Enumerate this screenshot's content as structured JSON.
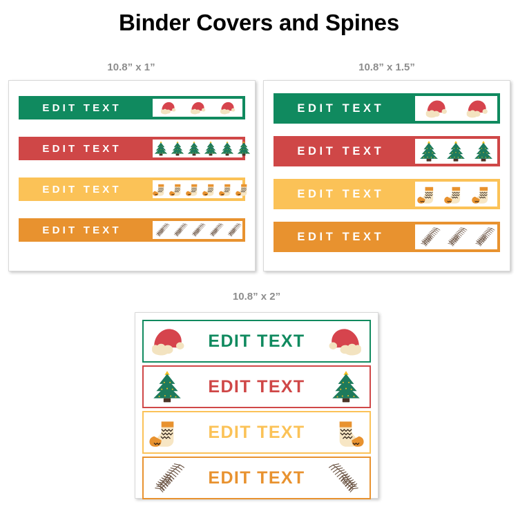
{
  "page": {
    "title": "Binder Covers and Spines",
    "background": "#ffffff",
    "title_color": "#000000",
    "caption_color": "#8d8d8d"
  },
  "palette": {
    "green": "#108a5f",
    "red": "#cf4747",
    "yellow": "#fbc257",
    "orange": "#e8922f",
    "hat_red": "#d6444d",
    "hat_cream": "#f3e3c0",
    "tree_green": "#1d7a5c",
    "tree_star": "#f5c021",
    "tree_trunk": "#4a3326",
    "sock_orange": "#e8922f",
    "sock_cream": "#f7e6c4",
    "sock_stitch": "#2e2118",
    "pine_brown": "#6b5444",
    "card_border": "#d8d8d8"
  },
  "cards": [
    {
      "id": "card-1",
      "caption": "10.8” x 1”",
      "style": "band",
      "rows": [
        {
          "label": "EDIT TEXT",
          "color_key": "green",
          "color": "#108a5f",
          "icon": "santa-hat-icon",
          "icon_count": 3
        },
        {
          "label": "EDIT TEXT",
          "color_key": "red",
          "color": "#cf4747",
          "icon": "christmas-tree-icon",
          "icon_count": 6
        },
        {
          "label": "EDIT TEXT",
          "color_key": "yellow",
          "color": "#fbc257",
          "icon": "stocking-sock-icon",
          "icon_count": 6
        },
        {
          "label": "EDIT TEXT",
          "color_key": "orange",
          "color": "#e8922f",
          "icon": "pine-branch-icon",
          "icon_count": 5
        }
      ]
    },
    {
      "id": "card-2",
      "caption": "10.8” x 1.5”",
      "style": "band",
      "rows": [
        {
          "label": "EDIT TEXT",
          "color_key": "green",
          "color": "#108a5f",
          "icon": "santa-hat-icon",
          "icon_count": 2
        },
        {
          "label": "EDIT TEXT",
          "color_key": "red",
          "color": "#cf4747",
          "icon": "christmas-tree-icon",
          "icon_count": 3
        },
        {
          "label": "EDIT TEXT",
          "color_key": "yellow",
          "color": "#fbc257",
          "icon": "stocking-sock-icon",
          "icon_count": 3
        },
        {
          "label": "EDIT TEXT",
          "color_key": "orange",
          "color": "#e8922f",
          "icon": "pine-branch-icon",
          "icon_count": 3
        }
      ]
    },
    {
      "id": "card-3",
      "caption": "10.8” x 2”",
      "style": "outline",
      "rows": [
        {
          "label": "EDIT TEXT",
          "color_key": "green",
          "color": "#108a5f",
          "icon": "santa-hat-icon",
          "icon_count": 2
        },
        {
          "label": "EDIT TEXT",
          "color_key": "red",
          "color": "#cf4747",
          "icon": "christmas-tree-icon",
          "icon_count": 2
        },
        {
          "label": "EDIT TEXT",
          "color_key": "yellow",
          "color": "#fbc257",
          "icon": "stocking-sock-icon",
          "icon_count": 2
        },
        {
          "label": "EDIT TEXT",
          "color_key": "orange",
          "color": "#e8922f",
          "icon": "pine-branch-icon",
          "icon_count": 2
        }
      ]
    }
  ]
}
